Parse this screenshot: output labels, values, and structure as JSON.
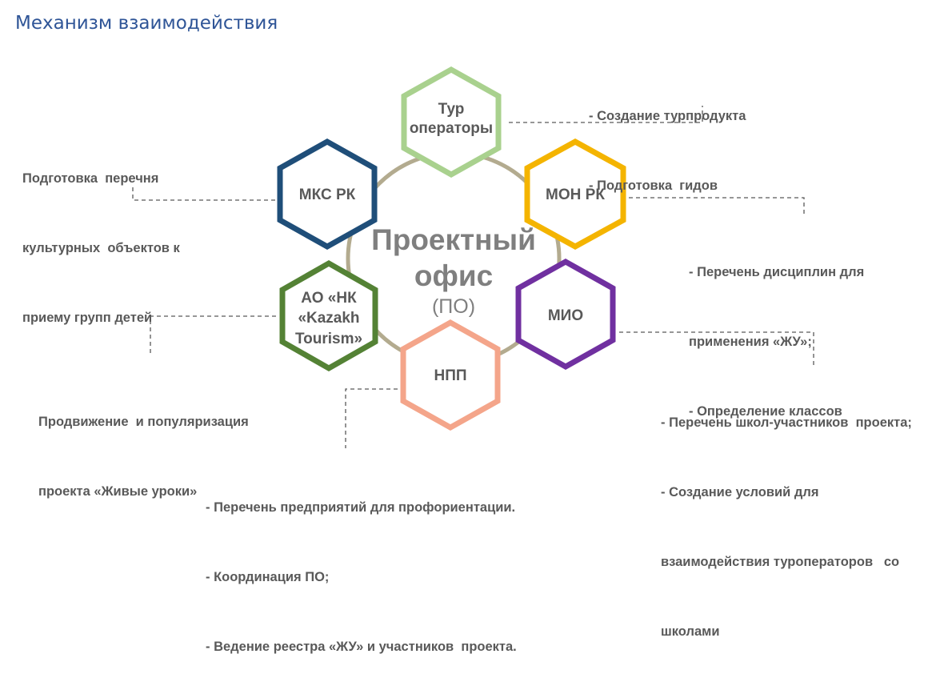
{
  "title": "Механизм взаимодействия",
  "center": {
    "line1": "Проектный",
    "line2": "офис",
    "line3": "(ПО)"
  },
  "colors": {
    "ring": "#b3ab8f",
    "tur": "#a9d18e",
    "mon": "#f4b400",
    "mio": "#7030a0",
    "npp": "#f4a58a",
    "kt": "#548235",
    "mks": "#1f4e79",
    "text": "#595959"
  },
  "nodes": {
    "tur": {
      "line1": "Тур",
      "line2": "операторы"
    },
    "mon": {
      "line1": "МОН РК"
    },
    "mio": {
      "line1": "МИО"
    },
    "npp": {
      "line1": "НПП"
    },
    "kt": {
      "line1": "АО «НК",
      "line2": "«Kazakh",
      "line3": "Tourism»"
    },
    "mks": {
      "line1": "МКС РК"
    }
  },
  "notes": {
    "tur": [
      "- Создание турпродукта",
      "- Подготовка  гидов"
    ],
    "mon": [
      "- Перечень дисциплин для",
      "применения «ЖУ»;",
      "- Определение классов"
    ],
    "mio": [
      "- Перечень школ-участников  проекта;",
      "- Создание условий для",
      "взаимодействия туроператоров   со",
      "школами"
    ],
    "npp": [
      "- Перечень предприятий для профориентации.",
      "- Координация ПО;",
      "- Ведение реестра «ЖУ» и участников  проекта."
    ],
    "kt": [
      "Продвижение  и популяризация",
      "проекта «Живые уроки»"
    ],
    "mks": [
      "Подготовка  перечня",
      "культурных  объектов к",
      "приему групп детей"
    ]
  }
}
